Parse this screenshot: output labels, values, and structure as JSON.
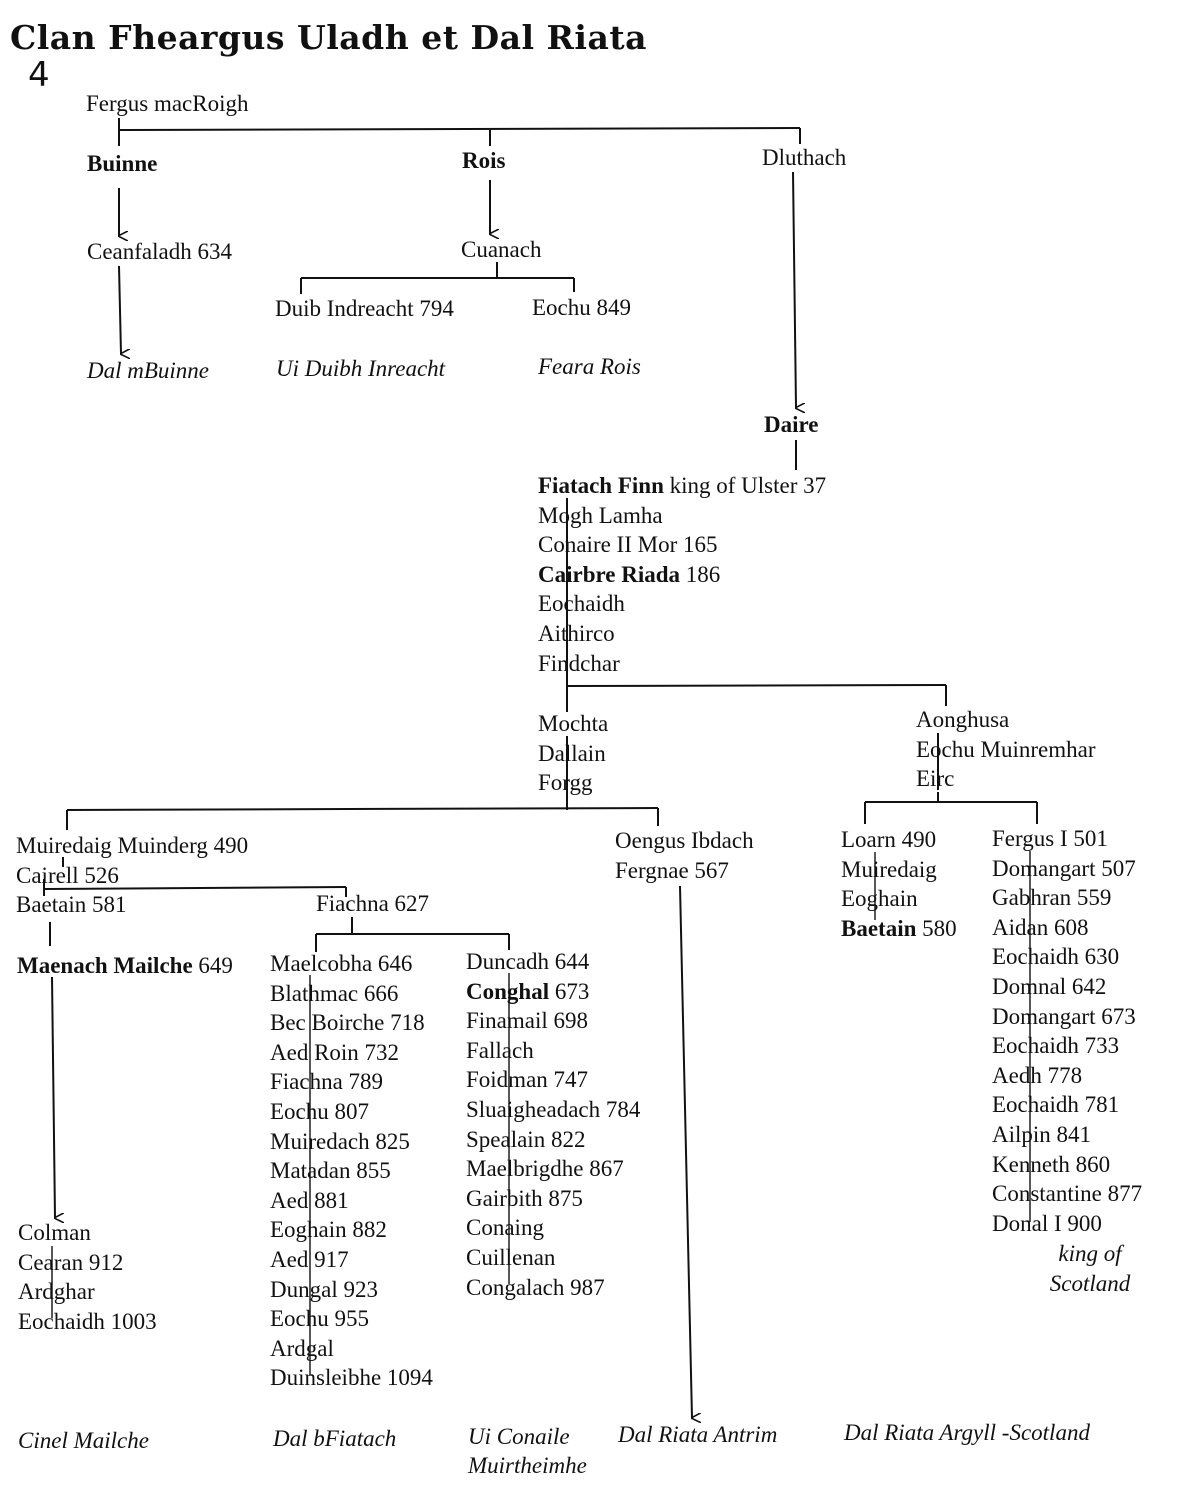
{
  "title": "Clan Fheargus Uladh et Dal Riata",
  "page_number": "4",
  "top": {
    "fergus": "Fergus macRoigh",
    "buinne": "Buinne",
    "rois": "Rois",
    "dluthach": "Dluthach",
    "ceanfaladh": "Ceanfaladh 634",
    "cuanach": "Cuanach",
    "duib": "Duib Indreacht 794",
    "eochu849": "Eochu  849",
    "dal_mbuinne": "Dal mBuinne",
    "ui_duibh": "Ui Duibh Inreacht",
    "feara_rois": "Feara Rois",
    "daire": "Daire"
  },
  "spine": {
    "fiatach_name": "Fiatach Finn",
    "fiatach_rest": "  king of Ulster 37",
    "mogh": "Mogh Lamha",
    "conaire": "Conaire II Mor  165",
    "cairbre_name": "Cairbre Riada",
    "cairbre_rest": " 186",
    "eochaidh": "Eochaidh",
    "aithirco": "Aithirco",
    "findchar": "Findchar"
  },
  "mochta_branch": [
    "Mochta",
    "Dallain",
    "Forgg"
  ],
  "aonghusa_branch": [
    "Aonghusa",
    "Eochu Muinremhar",
    "Eirc"
  ],
  "muiredaig_branch": [
    "Muiredaig Muinderg 490",
    "Cairell  526",
    "Baetain  581"
  ],
  "fiachna627": "Fiachna  627",
  "maenach_name": "Maenach Mailche",
  "maenach_rest": " 649",
  "oengus_branch": [
    "Oengus Ibdach",
    "Fergnae 567"
  ],
  "loarn_branch": [
    "Loarn 490",
    "Muiredaig",
    "Eoghain"
  ],
  "loarn_baetain_name": "Baetain",
  "loarn_baetain_rest": " 580",
  "fergus_line": [
    "Fergus I  501",
    "Domangart 507",
    "Gabhran 559",
    "Aidan 608",
    "Eochaidh 630",
    "Domnal 642",
    "Domangart 673",
    "Eochaidh 733",
    "Aedh 778",
    "Eochaidh 781",
    "Ailpin 841",
    "Kenneth 860",
    "Constantine 877",
    "Donal I  900"
  ],
  "king_of_scotland": [
    "king of",
    "Scotland"
  ],
  "maelcobha_line": [
    "Maelcobha 646",
    "Blathmac 666",
    "Bec Boirche 718",
    "Aed Roin 732",
    "Fiachna 789",
    "Eochu 807",
    "Muiredach 825",
    "Matadan 855",
    "Aed 881",
    "Eoghain 882",
    "Aed 917",
    "Dungal 923",
    "Eochu 955",
    "Ardgal",
    "Duinsleibhe 1094"
  ],
  "duncadh": "Duncadh 644",
  "conghal_name": "Conghal",
  "conghal_rest": " 673",
  "duncadh_line": [
    "Finamail 698",
    "Fallach",
    "Foidman 747",
    "Sluaigheadach 784",
    "Spealain 822",
    "Maelbrigdhe 867",
    "Gairbith 875",
    "Conaing",
    "Cuillenan",
    "Congalach 987"
  ],
  "colman_line": [
    "Colman",
    "Cearan 912",
    "Ardghar",
    "Eochaidh 1003"
  ],
  "footer": {
    "cinel": "Cinel Mailche",
    "dal_bfiatach": "Dal bFiatach",
    "ui_conaile_1": "Ui Conaile",
    "ui_conaile_2": "Muirtheimhe",
    "dal_riata_antrim": "Dal Riata Antrim",
    "dal_riata_argyll": "Dal Riata Argyll -Scotland"
  }
}
